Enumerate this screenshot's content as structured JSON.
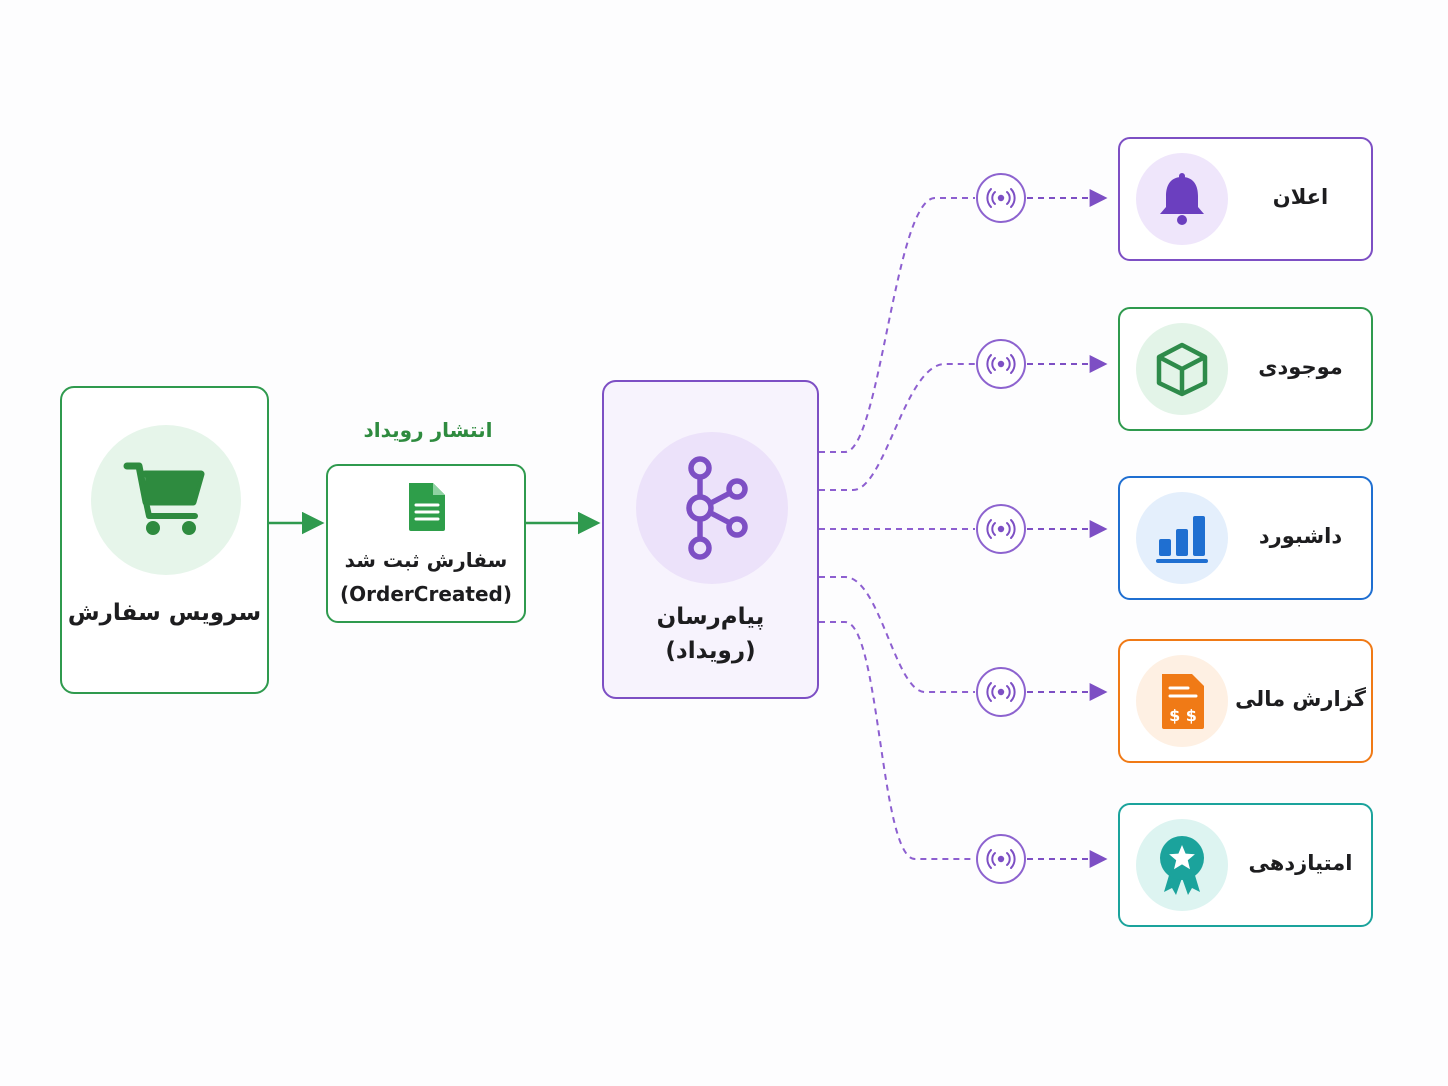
{
  "source": {
    "label": "سرویس سفارش",
    "icon": "shopping-cart-icon"
  },
  "publish_label": "انتشار رویداد",
  "event": {
    "line1": "سفارش ثبت شد",
    "line2": "(OrderCreated)",
    "icon": "document-icon"
  },
  "broker": {
    "line1": "پیام‌رسان",
    "line2": "(رویداد)",
    "icon": "broker-hub-icon"
  },
  "consumers": [
    {
      "label": "اعلان",
      "icon": "bell-icon",
      "color": "#6b3fbf",
      "bg": "#efe6fb"
    },
    {
      "label": "موجودی",
      "icon": "package-icon",
      "color": "#2e8b4a",
      "bg": "#e3f4e8"
    },
    {
      "label": "داشبورد",
      "icon": "bar-chart-icon",
      "color": "#1f6fd1",
      "bg": "#e4effc"
    },
    {
      "label": "گزارش مالی",
      "icon": "invoice-icon",
      "color": "#f07a16",
      "bg": "#fef0e3"
    },
    {
      "label": "امتیازدهی",
      "icon": "badge-icon",
      "color": "#1ba39c",
      "bg": "#ddf4f1"
    }
  ],
  "colors": {
    "green": "#2f9a4e",
    "purple": "#7d4fc4",
    "dashed_line": "#8d5fd0"
  }
}
